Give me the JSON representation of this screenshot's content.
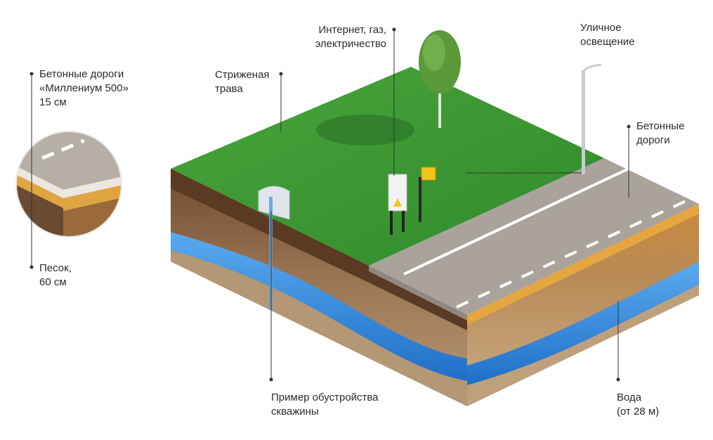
{
  "labels": {
    "concrete_millennium": {
      "lines": [
        "Бетонные дороги",
        "«Миллениум 500»",
        "15 см"
      ]
    },
    "sand": {
      "lines": [
        "Песок,",
        "60 см"
      ]
    },
    "grass": {
      "lines": [
        "Стриженая",
        "трава"
      ]
    },
    "utilities": {
      "lines": [
        "Интернет, газ,",
        "электричество"
      ]
    },
    "street_lighting": {
      "lines": [
        "Уличное",
        "освещение"
      ]
    },
    "concrete_roads": {
      "lines": [
        "Бетонные",
        "дороги"
      ]
    },
    "water": {
      "lines": [
        "Вода",
        "(от 28 м)"
      ]
    },
    "well_example": {
      "lines": [
        "Пример обустройства",
        "скважины"
      ]
    }
  },
  "colors": {
    "grass": "#3f9a36",
    "grass_dark": "#2c7a27",
    "asphalt": "#a9a39b",
    "asphalt_top": "#b3ada5",
    "sand": "#e0a441",
    "soil_brown": "#7b5233",
    "soil_light": "#c4a27a",
    "water": "#2e7fd6",
    "water_light": "#58a8ec",
    "leader_line": "#333333",
    "text": "#2b2b2b"
  }
}
